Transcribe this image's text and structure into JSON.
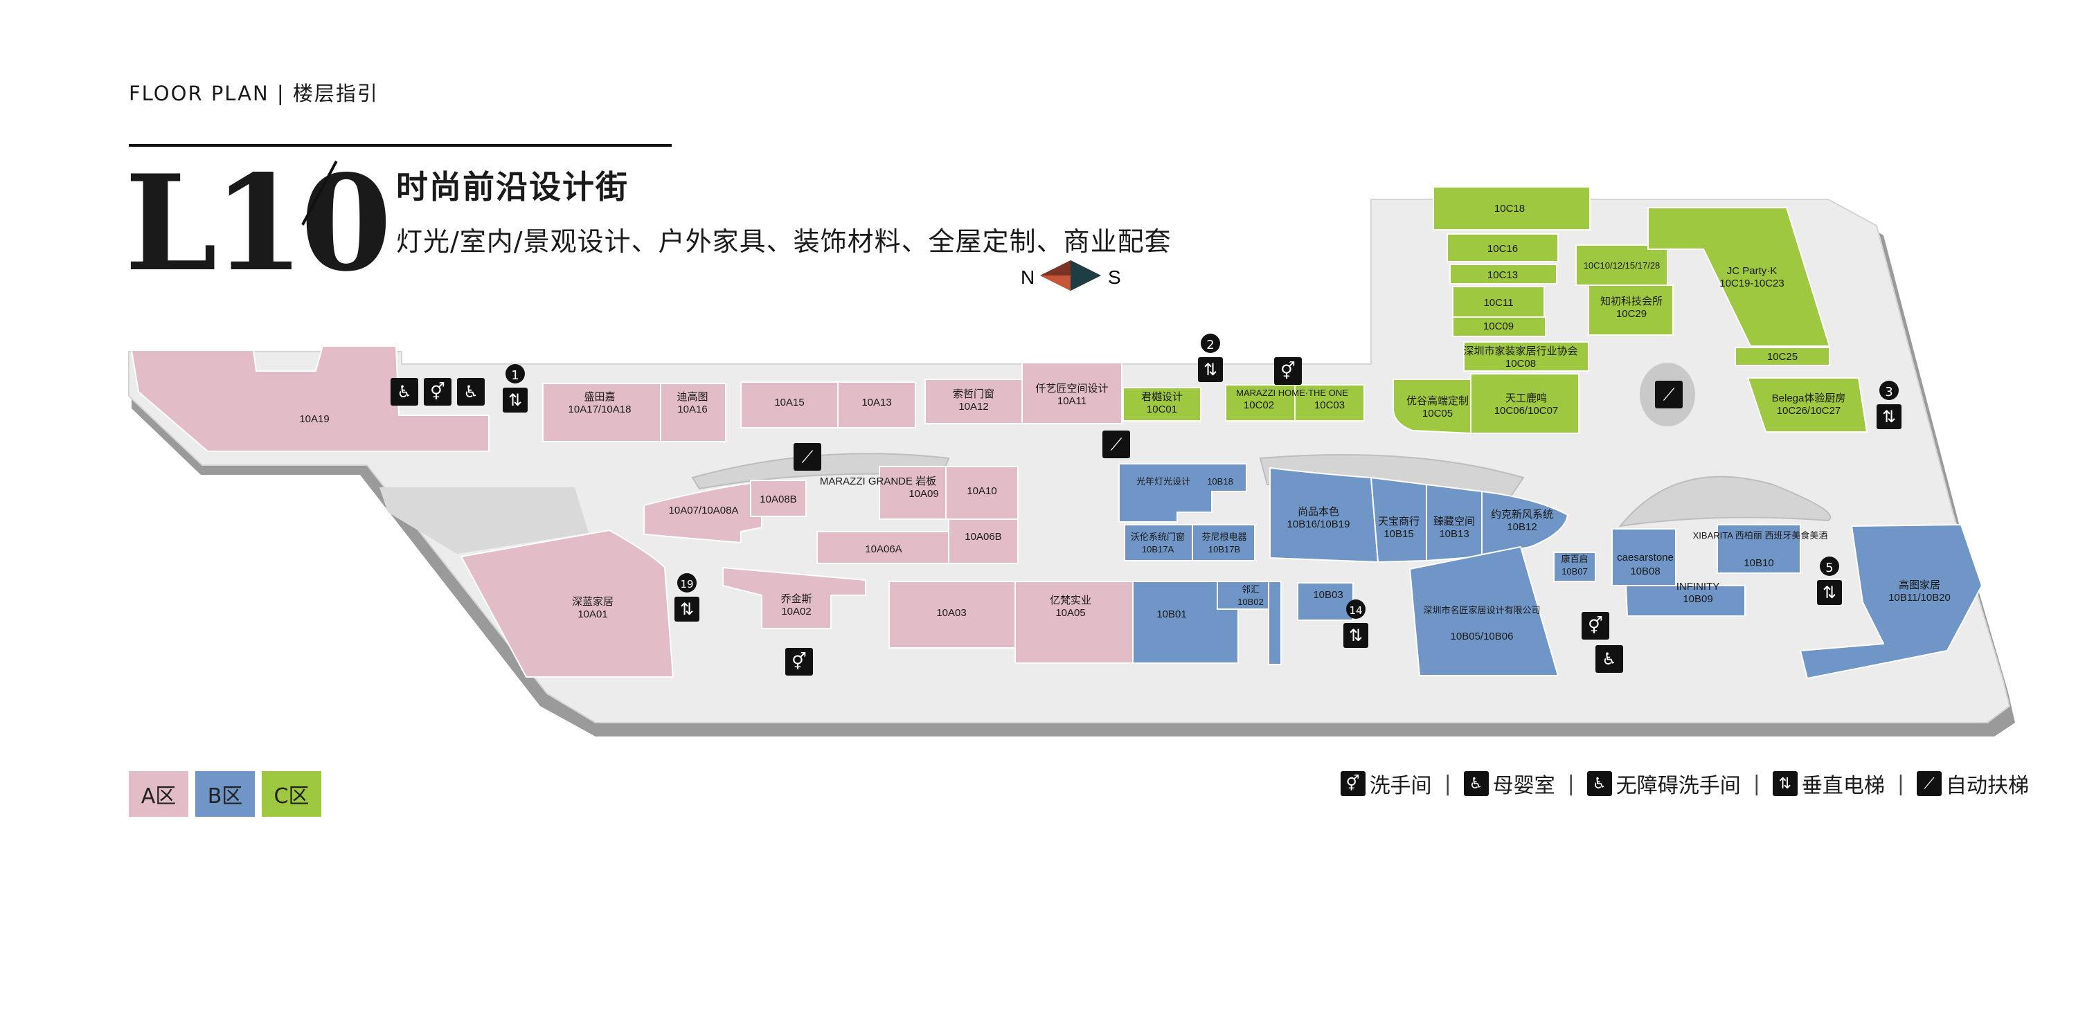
{
  "header": {
    "top_label": "FLOOR PLAN | 楼层指引",
    "floor_number": "L10",
    "zone_title": "时尚前沿设计街",
    "zone_subtitle": "灯光/室内/景观设计、户外家具、装饰材料、全屋定制、商业配套"
  },
  "compass": {
    "north": "N",
    "south": "S"
  },
  "colors": {
    "zone_a": "#e2bcc6",
    "zone_b": "#6f96c6",
    "zone_c": "#9ec840",
    "floor": "#ececec",
    "floor_shadow": "#9a9a9a",
    "icon_bg": "#111111"
  },
  "units": {
    "a": [
      {
        "name": "",
        "code": "10A19"
      },
      {
        "name": "盛田嘉",
        "code": "10A17/10A18"
      },
      {
        "name": "迪高图",
        "code": "10A16"
      },
      {
        "name": "",
        "code": "10A15"
      },
      {
        "name": "",
        "code": "10A13"
      },
      {
        "name": "索哲门窗",
        "code": "10A12"
      },
      {
        "name": "仟艺匠空间设计",
        "code": "10A11"
      },
      {
        "name": "",
        "code": "10A07/10A08A"
      },
      {
        "name": "",
        "code": "10A08B"
      },
      {
        "name": "MARAZZI GRANDE 岩板",
        "code": "10A09"
      },
      {
        "name": "",
        "code": "10A10"
      },
      {
        "name": "",
        "code": "10A06A"
      },
      {
        "name": "",
        "code": "10A06B"
      },
      {
        "name": "深蓝家居",
        "code": "10A01"
      },
      {
        "name": "乔金斯",
        "code": "10A02"
      },
      {
        "name": "",
        "code": "10A03"
      },
      {
        "name": "亿梵实业",
        "code": "10A05"
      }
    ],
    "b": [
      {
        "name": "光年灯光设计",
        "code": "10B18"
      },
      {
        "name": "沃伦系统门窗",
        "code": "10B17A"
      },
      {
        "name": "芬尼根电器",
        "code": "10B17B"
      },
      {
        "name": "尚品本色",
        "code": "10B16/10B19"
      },
      {
        "name": "天宝商行",
        "code": "10B15"
      },
      {
        "name": "臻藏空间",
        "code": "10B13"
      },
      {
        "name": "约克新风系统",
        "code": "10B12"
      },
      {
        "name": "",
        "code": "10B01"
      },
      {
        "name": "邻汇",
        "code": "10B02"
      },
      {
        "name": "",
        "code": "10B03"
      },
      {
        "name": "深圳市名匠家居设计有限公司",
        "code": "10B05/10B06"
      },
      {
        "name": "康百启",
        "code": "10B07"
      },
      {
        "name": "caesarstone",
        "code": "10B08"
      },
      {
        "name": "INFINITY",
        "code": "10B09"
      },
      {
        "name": "XIBARITA 西柏丽 西班牙美食美酒",
        "code": "10B10"
      },
      {
        "name": "高图家居",
        "code": "10B11/10B20"
      }
    ],
    "c": [
      {
        "name": "",
        "code": "10C18"
      },
      {
        "name": "",
        "code": "10C16"
      },
      {
        "name": "",
        "code": "10C13"
      },
      {
        "name": "",
        "code": "10C11"
      },
      {
        "name": "",
        "code": "10C09"
      },
      {
        "name": "深圳市家装家居行业协会",
        "code": "10C08"
      },
      {
        "name": "",
        "code": "10C10/12/15/17/28"
      },
      {
        "name": "知初科技会所",
        "code": "10C29"
      },
      {
        "name": "JC Party·K",
        "code": "10C19-10C23"
      },
      {
        "name": "",
        "code": "10C25"
      },
      {
        "name": "Belega体验厨房",
        "code": "10C26/10C27"
      },
      {
        "name": "君樾设计",
        "code": "10C01"
      },
      {
        "name": "MARAZZI HOME·THE ONE",
        "code": "10C02"
      },
      {
        "name": "",
        "code": "10C03"
      },
      {
        "name": "优谷高端定制",
        "code": "10C05"
      },
      {
        "name": "天工鹿鸣",
        "code": "10C06/10C07"
      }
    ]
  },
  "elevator_numbers": [
    "1",
    "2",
    "3",
    "5",
    "14",
    "19"
  ],
  "legend": {
    "zones": [
      "A区",
      "B区",
      "C区"
    ],
    "facilities": [
      {
        "icon": "restroom-icon",
        "label": "洗手间"
      },
      {
        "icon": "nursery-icon",
        "label": "母婴室"
      },
      {
        "icon": "accessible-restroom-icon",
        "label": "无障碍洗手间"
      },
      {
        "icon": "elevator-icon",
        "label": "垂直电梯"
      },
      {
        "icon": "escalator-icon",
        "label": "自动扶梯"
      }
    ],
    "separator": "|"
  }
}
